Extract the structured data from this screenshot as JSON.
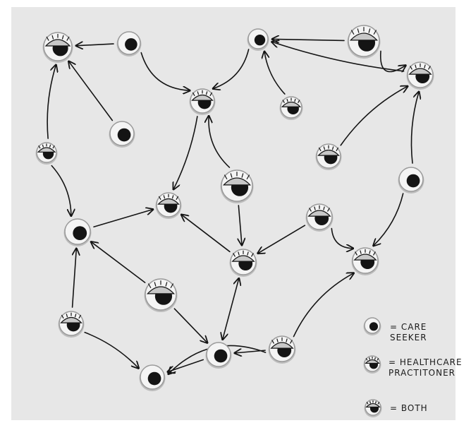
{
  "legend": {
    "care_seeker": "= CARE\nSEEKER",
    "practitioner": "= HEALTHCARE\nPRACTITONER",
    "both": "= BOTH"
  },
  "colors": {
    "paper": "#e7e7e7",
    "ink": "#141414",
    "eye_white": "#f4f4f4",
    "eye_rim": "#9a9a9a"
  },
  "nodes": [
    {
      "id": "tl-big",
      "kind": "both"
    },
    {
      "id": "tl-small",
      "kind": "care_seeker"
    },
    {
      "id": "top-mid-small",
      "kind": "care_seeker"
    },
    {
      "id": "tr-big",
      "kind": "both"
    },
    {
      "id": "right-upper",
      "kind": "practitioner"
    },
    {
      "id": "mid-upper",
      "kind": "practitioner"
    },
    {
      "id": "mid-right-small",
      "kind": "practitioner"
    },
    {
      "id": "left-small",
      "kind": "care_seeker"
    },
    {
      "id": "left-mid",
      "kind": "practitioner"
    },
    {
      "id": "right-mid-a",
      "kind": "practitioner"
    },
    {
      "id": "right-mid-b",
      "kind": "care_seeker"
    },
    {
      "id": "center-big",
      "kind": "both"
    },
    {
      "id": "center-left",
      "kind": "practitioner"
    },
    {
      "id": "left-lower",
      "kind": "care_seeker"
    },
    {
      "id": "right-center",
      "kind": "practitioner"
    },
    {
      "id": "center-lower",
      "kind": "practitioner"
    },
    {
      "id": "right-lower",
      "kind": "practitioner"
    },
    {
      "id": "lower-mid-big",
      "kind": "both"
    },
    {
      "id": "bottom-left",
      "kind": "practitioner"
    },
    {
      "id": "bottom-center",
      "kind": "care_seeker"
    },
    {
      "id": "bottom-right-mid",
      "kind": "practitioner"
    },
    {
      "id": "bottom-far-left",
      "kind": "care_seeker"
    }
  ]
}
